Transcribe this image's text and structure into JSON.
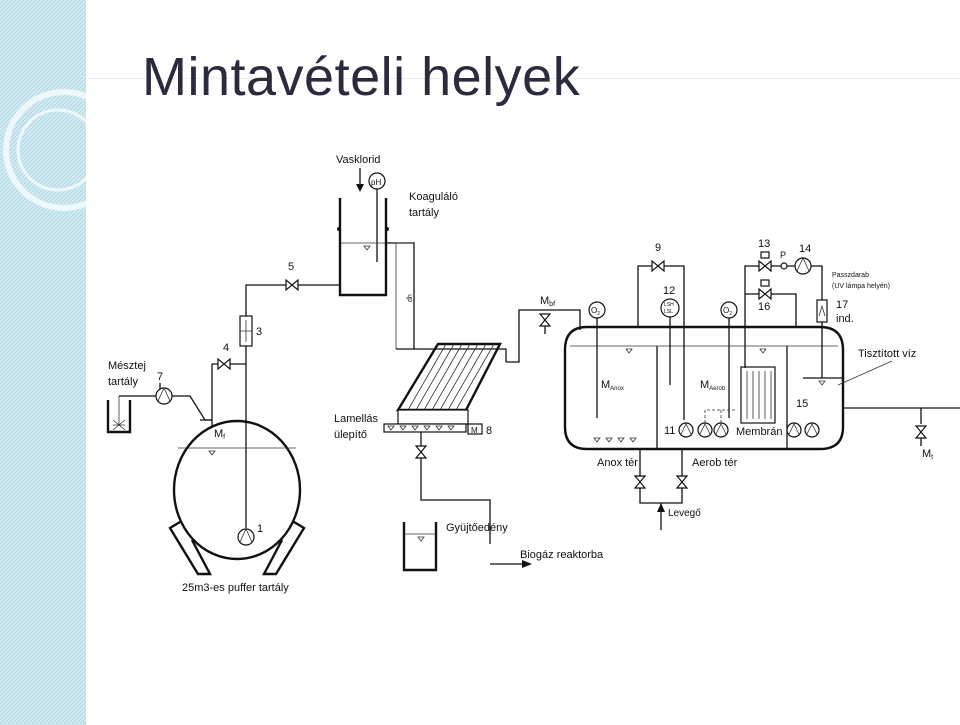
{
  "slide": {
    "title": "Mintavételi helyek",
    "colors": {
      "title": "#2b2b3e",
      "stripe": "#cde7f0",
      "stripe_pattern": "#9fcedc",
      "line": "#111111"
    }
  },
  "diagram": {
    "equipment": {
      "vasklorid": "Vasklorid",
      "ph_probe": "pH",
      "koagulalo_1": "Koaguláló",
      "koagulalo_2": "tartály",
      "dh": "dh",
      "mesztej_1": "Mésztej",
      "mesztej_2": "tartály",
      "lamellas_1": "Lamellás",
      "lamellas_2": "ülepítő",
      "gyujtoedeny": "Gyüjtőedény",
      "biogaz": "Biogáz reaktorba",
      "puffer": "25m3-es puffer tartály",
      "anox_ter": "Anox tér",
      "aerob_ter": "Aerob tér",
      "membran": "Membrán",
      "levego": "Levegő",
      "tisztitott_viz": "Tisztított víz",
      "passzdarab_1": "Passzdarab",
      "passzdarab_2": "(UV lámpa helyén)",
      "ind": "ind.",
      "o2_a": "O",
      "o2_b": "O",
      "o2_sub": "2",
      "lsh": "LSH",
      "lsl": "LSL",
      "motor": "M",
      "p_sensor": "P"
    },
    "sampling_labels": {
      "m_f": "M",
      "m_f_sub": "f",
      "m_bf": "M",
      "m_bf_sub": "bf",
      "m_anox": "M",
      "m_anox_sub": "Anox",
      "m_aerob": "M",
      "m_aerob_sub": "Aerob",
      "m_t": "M",
      "m_t_sub": "t"
    },
    "numbers": {
      "n1": "1",
      "n3": "3",
      "n4": "4",
      "n5": "5",
      "n7": "7",
      "n8": "8",
      "n9": "9",
      "n11": "11",
      "n12": "12",
      "n13": "13",
      "n14": "14",
      "n15": "15",
      "n16": "16",
      "n17": "17"
    }
  }
}
